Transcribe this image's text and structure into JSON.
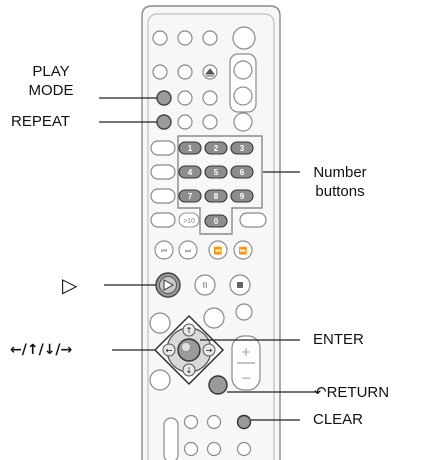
{
  "callouts": {
    "play_mode": [
      "PLAY",
      "MODE"
    ],
    "repeat": "REPEAT",
    "number_buttons": [
      "Number",
      "buttons"
    ],
    "play": "▷",
    "arrows": "←/↑/↓/→",
    "enter": "ENTER",
    "return": "↶RETURN",
    "clear": "CLEAR"
  },
  "keypad": [
    "1",
    "2",
    "3",
    "4",
    "5",
    "6",
    "7",
    "8",
    "9",
    "0"
  ],
  "keypad_extra": ">10",
  "colors": {
    "remote_body": "#f7f7f7",
    "outline": "#8a8a8a",
    "highlight_fill": "#9a9a9a",
    "number_key_fill": "#8d8d8d",
    "leader_line": "#222222"
  }
}
